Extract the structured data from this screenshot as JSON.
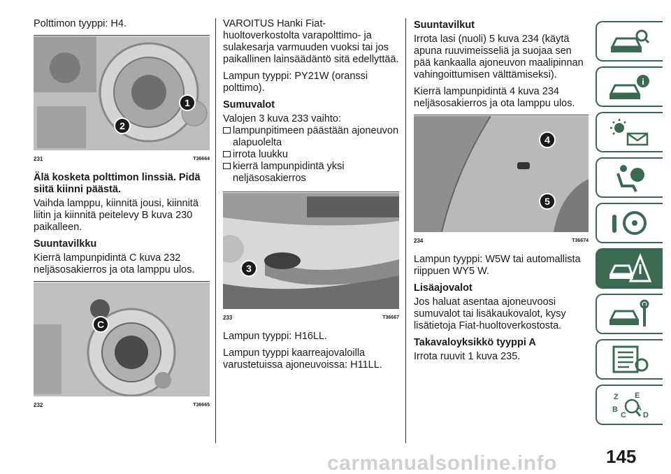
{
  "col1": {
    "intro": "Polttimon tyyppi: H4.",
    "fig231": {
      "num": "231",
      "code": "T36664",
      "callouts": [
        "1",
        "2"
      ]
    },
    "warning": "Älä kosketa polttimon linssiä. Pidä siitä kiinni päästä.",
    "replace": "Vaihda lamppu, kiinnitä jousi, kiinnitä liitin ja kiinnitä peitelevy B kuva 230 paikalleen.",
    "heading": "Suuntavilkku",
    "body": "Kierrä lampunpidintä C kuva 232 neljäsosakierros ja ota lamppu ulos.",
    "fig232": {
      "num": "232",
      "code": "T36665",
      "callouts": [
        "C"
      ]
    }
  },
  "col2": {
    "warning": "VAROITUS Hanki Fiat-huoltoverkostolta varapolttimo- ja sulakesarja varmuuden vuoksi tai jos paikallinen lainsäädäntö sitä edellyttää.",
    "bulb": "Lampun tyyppi: PY21W (oranssi polttimo).",
    "heading": "Sumuvalot",
    "intro": "Valojen 3 kuva 233 vaihto:",
    "bullets": [
      "lampunpitimeen päästään ajoneuvon alapuolelta",
      "irrota luukku",
      "kierrä lampunpidintä yksi neljäsosakierros"
    ],
    "fig233": {
      "num": "233",
      "code": "T36667",
      "callouts": [
        "3"
      ]
    },
    "bulb2": "Lampun tyyppi: H16LL.",
    "bulb3": "Lampun tyyppi kaarreajovaloilla varustetuissa ajoneuvoissa: H11LL."
  },
  "col3": {
    "heading1": "Suuntavilkut",
    "body1": "Irrota lasi (nuoli) 5 kuva 234 (käytä apuna ruuvimeisseliä ja suojaa sen pää kankaalla ajoneuvon maalipinnan vahingoittumisen välttämiseksi).",
    "body2": "Kierrä lampunpidintä 4 kuva 234 neljäsosakierros ja ota lamppu ulos.",
    "fig234": {
      "num": "234",
      "code": "T36674",
      "callouts": [
        "4",
        "5"
      ]
    },
    "bulb": "Lampun tyyppi: W5W tai automallista riippuen WY5 W.",
    "heading2": "Lisäajovalot",
    "body3": "Jos haluat asentaa ajoneuvoosi sumuvalot tai lisäkaukovalot, kysy lisätietoja Fiat-huoltoverkostosta.",
    "heading3": "Takavaloyksikkö tyyppi A",
    "body4": "Irrota ruuvit 1 kuva 235."
  },
  "tabs": [
    {
      "icon": "car-search-icon"
    },
    {
      "icon": "car-info-icon"
    },
    {
      "icon": "warning-lights-icon"
    },
    {
      "icon": "airbag-seat-icon"
    },
    {
      "icon": "steering-key-icon"
    },
    {
      "icon": "emergency-car-icon",
      "active": true
    },
    {
      "icon": "car-service-icon"
    },
    {
      "icon": "technical-data-icon"
    },
    {
      "icon": "index-icon"
    }
  ],
  "page_number": "145",
  "watermark": "carmanualsonline.info",
  "colors": {
    "accent": "#3a6b52"
  }
}
